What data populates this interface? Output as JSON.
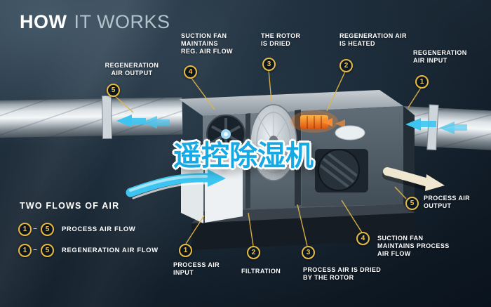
{
  "title": {
    "bold": "HOW",
    "rest": "IT WORKS"
  },
  "overlay_text": "遥控除湿机",
  "top_callouts": [
    {
      "num": "5",
      "label": "REGENERATION\nAIR OUTPUT"
    },
    {
      "num": "4",
      "label": "SUCTION FAN\nMAINTAINS\nREG. AIR FLOW"
    },
    {
      "num": "3",
      "label": "THE ROTOR\nIS DRIED"
    },
    {
      "num": "2",
      "label": "REGENERATION AIR\nIS HEATED"
    },
    {
      "num": "1",
      "label": "REGENERATION\nAIR INPUT"
    }
  ],
  "bottom_callouts": [
    {
      "num": "1",
      "label": "PROCESS AIR\nINPUT"
    },
    {
      "num": "2",
      "label": "FILTRATION"
    },
    {
      "num": "3",
      "label": "PROCESS AIR IS DRIED\nBY THE ROTOR"
    },
    {
      "num": "4",
      "label": "SUCTION FAN\nMAINTAINS PROCESS\nAIR FLOW"
    },
    {
      "num": "5",
      "label": "PROCESS AIR\nOUTPUT"
    }
  ],
  "legend": {
    "title": "TWO FLOWS OF AIR",
    "rows": [
      {
        "from": "1",
        "sep": "–",
        "to": "5",
        "label": "PROCESS AIR FLOW"
      },
      {
        "from": "1",
        "sep": "–",
        "to": "5",
        "label": "REGENERATION AIR FLOW"
      }
    ]
  },
  "colors": {
    "accent_yellow": "#e9bc3f",
    "airflow_cyan": "#3dc5f1",
    "heater_orange": "#f07820",
    "overlay_blue": "#17a9e4",
    "background_navy": "#14212e"
  }
}
